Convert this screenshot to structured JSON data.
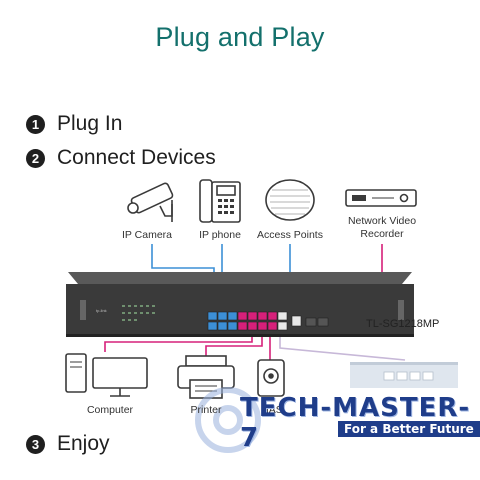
{
  "title": "Plug and Play",
  "steps": [
    {
      "num": "1",
      "text": "Plug In"
    },
    {
      "num": "2",
      "text": "Connect Devices"
    },
    {
      "num": "3",
      "text": "Enjoy"
    }
  ],
  "devices": {
    "ip_camera": "IP Camera",
    "ip_phone": "IP phone",
    "access_points": "Access Points",
    "nvr_line1": "Network Video",
    "nvr_line2": "Recorder",
    "computer": "Computer",
    "printer": "Printer",
    "nas": "NAS"
  },
  "switch_model": "TL-SG1218MP",
  "watermark": {
    "title": "TECH-MASTER-7",
    "subtitle": "For a Better Future"
  },
  "colors": {
    "title": "#13706c",
    "poe_link": "#3c8fd6",
    "nvr_link": "#d6207a",
    "lan_link": "#d6207a",
    "switch_body": "#3a3a3a"
  }
}
